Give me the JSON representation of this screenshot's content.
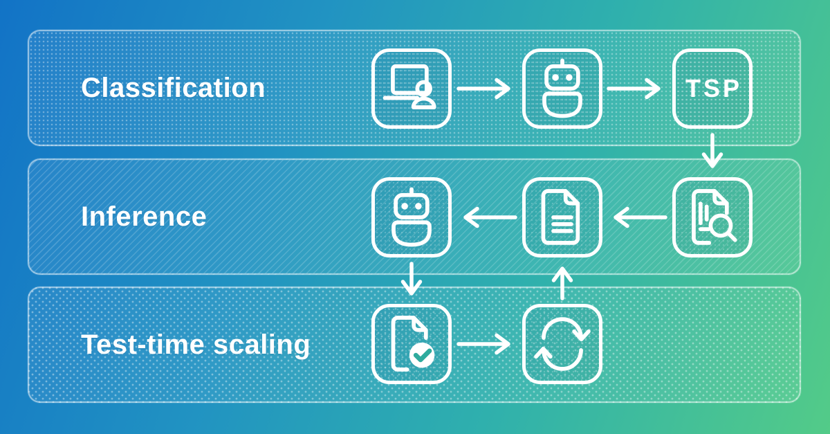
{
  "diagram": {
    "rows": [
      {
        "label": "Classification",
        "pattern": "fine-dot-grid",
        "icons": [
          "laptop-user",
          "robot",
          "tsp-badge"
        ]
      },
      {
        "label": "Inference",
        "pattern": "diagonal-stripes",
        "icons": [
          "robot",
          "document",
          "document-search"
        ]
      },
      {
        "label": "Test-time scaling",
        "pattern": "diamond-dot-grid",
        "icons": [
          "document-check",
          "refresh-loop"
        ]
      }
    ],
    "tsp_badge_text": "TSP",
    "edges": [
      {
        "from": "laptop-user",
        "to": "robot",
        "direction": "right"
      },
      {
        "from": "robot",
        "to": "tsp-badge",
        "direction": "right"
      },
      {
        "from": "tsp-badge",
        "to": "document-search",
        "direction": "down"
      },
      {
        "from": "document-search",
        "to": "document",
        "direction": "left"
      },
      {
        "from": "document",
        "to": "robot",
        "direction": "left"
      },
      {
        "from": "robot",
        "to": "document-check",
        "direction": "down"
      },
      {
        "from": "document-check",
        "to": "refresh-loop",
        "direction": "right"
      },
      {
        "from": "refresh-loop",
        "to": "document",
        "direction": "up"
      }
    ],
    "colors": {
      "gradient_top_left": "#1273c6",
      "gradient_mid": "#2fa9b4",
      "gradient_bottom_right": "#53cb88",
      "foreground": "#ffffff",
      "check_accent": "#2fab9e"
    }
  }
}
